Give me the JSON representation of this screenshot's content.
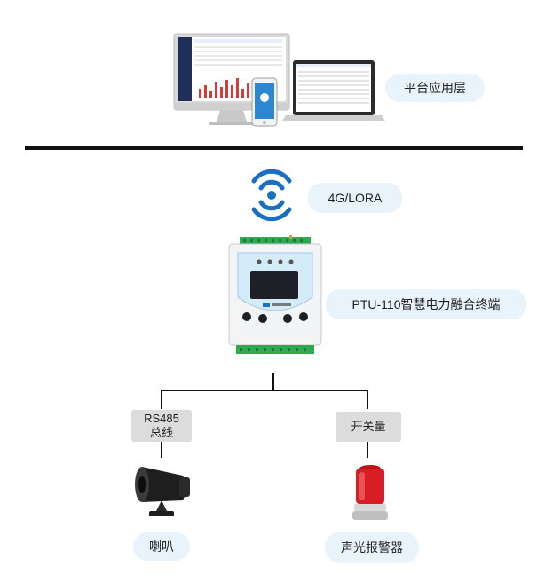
{
  "platform": {
    "label": "平台应用层"
  },
  "network": {
    "label": "4G/LORA"
  },
  "terminal": {
    "label": "PTU-110智慧电力融合终端"
  },
  "rs485": {
    "line1": "RS485",
    "line2": "总线"
  },
  "switch": {
    "label": "开关量"
  },
  "speaker": {
    "label": "喇叭"
  },
  "alarm": {
    "label": "声光报警器"
  },
  "colors": {
    "accent": "#1a6fc0",
    "pill_bg": "#e8f3fc",
    "box_bg": "#dcdcdc",
    "terminal_green": "#2fa84f"
  }
}
